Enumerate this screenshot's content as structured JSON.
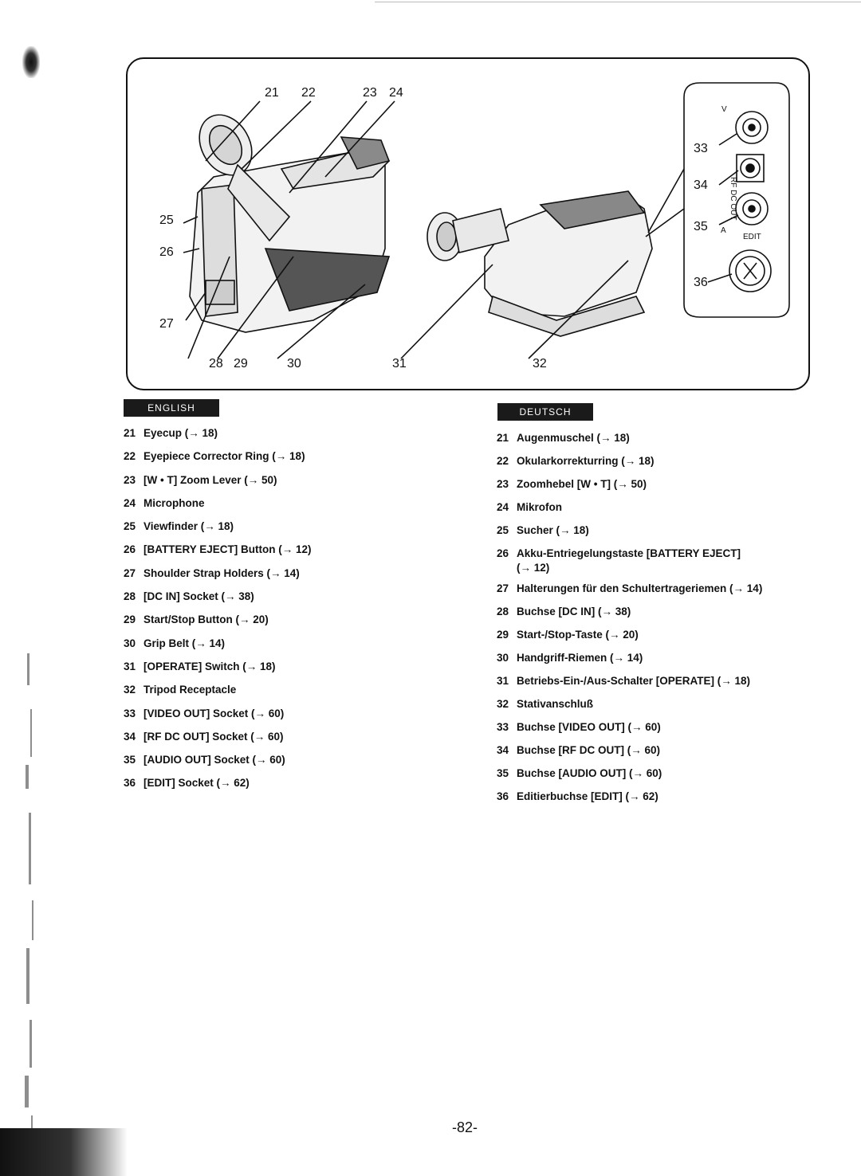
{
  "figure": {
    "callouts": {
      "c21": "21",
      "c22": "22",
      "c23": "23",
      "c24": "24",
      "c25": "25",
      "c26": "26",
      "c27": "27",
      "c28": "28",
      "c29": "29",
      "c30": "30",
      "c31": "31",
      "c32": "32",
      "c33": "33",
      "c34": "34",
      "c35": "35",
      "c36": "36"
    },
    "panel_labels": {
      "v": "V",
      "a": "A",
      "rf_dc_out": "RF DC OUT",
      "edit": "EDIT"
    }
  },
  "english": {
    "badge": "ENGLISH",
    "items": [
      {
        "num": "21",
        "text": "Eyecup (→ 18)"
      },
      {
        "num": "22",
        "text": "Eyepiece Corrector Ring (→ 18)"
      },
      {
        "num": "23",
        "text": "[W • T] Zoom Lever (→ 50)"
      },
      {
        "num": "24",
        "text": "Microphone"
      },
      {
        "num": "25",
        "text": "Viewfinder (→ 18)"
      },
      {
        "num": "26",
        "text": "[BATTERY EJECT] Button (→ 12)"
      },
      {
        "num": "27",
        "text": "Shoulder Strap Holders (→ 14)"
      },
      {
        "num": "28",
        "text": "[DC IN] Socket (→ 38)"
      },
      {
        "num": "29",
        "text": "Start/Stop Button (→ 20)"
      },
      {
        "num": "30",
        "text": "Grip Belt (→ 14)"
      },
      {
        "num": "31",
        "text": "[OPERATE] Switch (→ 18)"
      },
      {
        "num": "32",
        "text": "Tripod Receptacle"
      },
      {
        "num": "33",
        "text": "[VIDEO OUT] Socket (→ 60)"
      },
      {
        "num": "34",
        "text": "[RF DC OUT] Socket (→ 60)"
      },
      {
        "num": "35",
        "text": "[AUDIO OUT] Socket (→ 60)"
      },
      {
        "num": "36",
        "text": "[EDIT] Socket (→ 62)"
      }
    ]
  },
  "deutsch": {
    "badge": "DEUTSCH",
    "items": [
      {
        "num": "21",
        "text": "Augenmuschel (→ 18)"
      },
      {
        "num": "22",
        "text": "Okularkorrekturring (→ 18)"
      },
      {
        "num": "23",
        "text": "Zoomhebel [W • T] (→ 50)"
      },
      {
        "num": "24",
        "text": "Mikrofon"
      },
      {
        "num": "25",
        "text": "Sucher (→ 18)"
      },
      {
        "num": "26",
        "text": "Akku-Entriegelungstaste [BATTERY EJECT]",
        "text2": "(→ 12)"
      },
      {
        "num": "27",
        "text": "Halterungen für den Schultertrageriemen (→ 14)"
      },
      {
        "num": "28",
        "text": "Buchse [DC IN] (→ 38)"
      },
      {
        "num": "29",
        "text": "Start-/Stop-Taste (→ 20)"
      },
      {
        "num": "30",
        "text": "Handgriff-Riemen (→ 14)"
      },
      {
        "num": "31",
        "text": "Betriebs-Ein-/Aus-Schalter [OPERATE] (→ 18)"
      },
      {
        "num": "32",
        "text": "Stativanschluß"
      },
      {
        "num": "33",
        "text": "Buchse [VIDEO OUT] (→ 60)"
      },
      {
        "num": "34",
        "text": "Buchse [RF DC OUT] (→ 60)"
      },
      {
        "num": "35",
        "text": "Buchse [AUDIO OUT] (→ 60)"
      },
      {
        "num": "36",
        "text": "Editierbuchse [EDIT] (→ 62)"
      }
    ]
  },
  "page_number": "-82-"
}
